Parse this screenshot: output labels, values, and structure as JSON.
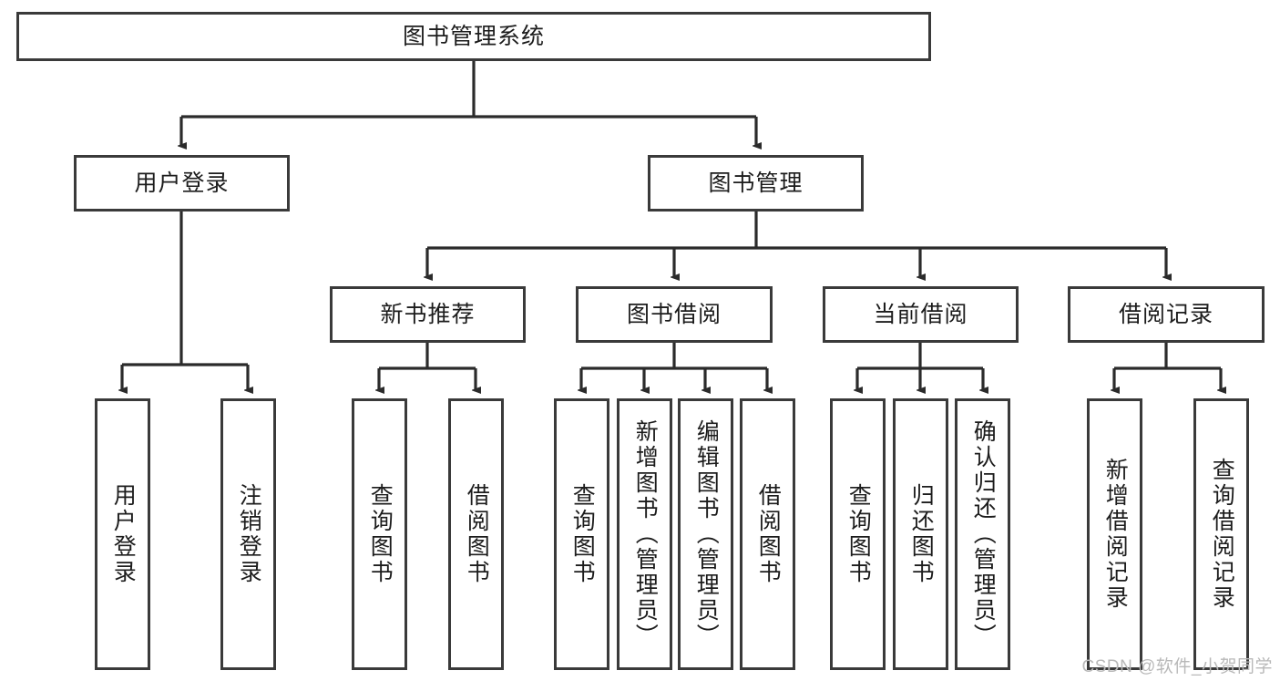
{
  "diagram": {
    "type": "tree",
    "title": "图书管理系统",
    "watermark": "CSDN @软件_小贺同学",
    "colors": {
      "box_border": "#3a3a3a",
      "box_fill": "#ffffff",
      "edge": "#1c1c1c",
      "text": "#1c1c1c",
      "watermark": "#b9b9b9",
      "background": "#ffffff"
    },
    "nodes": {
      "root": {
        "label": "图书管理系统"
      },
      "level2": [
        {
          "id": "user-login",
          "label": "用户登录"
        },
        {
          "id": "book-management",
          "label": "图书管理"
        }
      ],
      "level3": [
        {
          "id": "new-book-recommend",
          "label": "新书推荐"
        },
        {
          "id": "book-borrow",
          "label": "图书借阅"
        },
        {
          "id": "current-borrow",
          "label": "当前借阅"
        },
        {
          "id": "borrow-record",
          "label": "借阅记录"
        }
      ],
      "leaves": {
        "user_login": [
          {
            "id": "leaf-user-login",
            "label": "用户登录"
          },
          {
            "id": "leaf-logout-login",
            "label": "注销登录"
          }
        ],
        "new_book_recommend": [
          {
            "id": "leaf-query-book-1",
            "label": "查询图书"
          },
          {
            "id": "leaf-borrow-book-1",
            "label": "借阅图书"
          }
        ],
        "book_borrow": [
          {
            "id": "leaf-query-book-2",
            "label": "查询图书"
          },
          {
            "id": "leaf-add-book",
            "label": "新增图书（管理员）"
          },
          {
            "id": "leaf-edit-book",
            "label": "编辑图书（管理员）"
          },
          {
            "id": "leaf-borrow-book-2",
            "label": "借阅图书"
          }
        ],
        "current_borrow": [
          {
            "id": "leaf-query-book-3",
            "label": "查询图书"
          },
          {
            "id": "leaf-return-book",
            "label": "归还图书"
          },
          {
            "id": "leaf-confirm-return",
            "label": "确认归还（管理员）"
          }
        ],
        "borrow_record": [
          {
            "id": "leaf-add-record",
            "label": "新增借阅记录"
          },
          {
            "id": "leaf-query-record",
            "label": "查询借阅记录"
          }
        ]
      }
    }
  }
}
